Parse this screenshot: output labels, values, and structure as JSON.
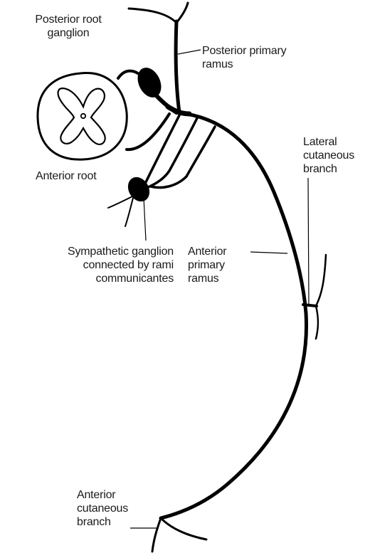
{
  "labels": {
    "posterior_root_ganglion": "Posterior root\nganglion",
    "posterior_primary_ramus": "Posterior primary\nramus",
    "anterior_root": "Anterior root",
    "lateral_cutaneous_branch": "Lateral\ncutaneous\nbranch",
    "sympathetic_ganglion": "Sympathetic ganglion\nconnected by rami\ncommunicantes",
    "anterior_primary_ramus": "Anterior\nprimary\nramus",
    "anterior_cutaneous_branch": "Anterior\ncutaneous\nbranch"
  },
  "colors": {
    "ink": "#000000",
    "paper": "#ffffff",
    "text": "#1a1a1a"
  }
}
